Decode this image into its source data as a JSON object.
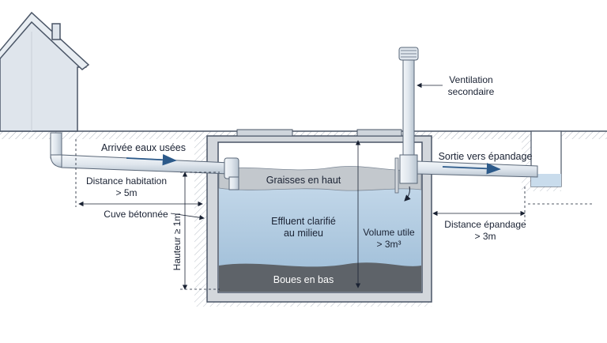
{
  "labels": {
    "inlet": "Arrivée eaux usées",
    "house_distance_line1": "Distance habitation",
    "house_distance_line2": "> 5m",
    "concrete_tank": "Cuve bétonnée",
    "height": "Hauteur ≥ 1m",
    "grease": "Graisses en haut",
    "effluent_line1": "Effluent clarifié",
    "effluent_line2": "au milieu",
    "volume_line1": "Volume utile",
    "volume_line2": "> 3m³",
    "sludge": "Boues en bas",
    "ventilation_line1": "Ventilation",
    "ventilation_line2": "secondaire",
    "outlet": "Sortie vers épandage",
    "spread_distance_line1": "Distance épandage",
    "spread_distance_line2": "> 3m"
  },
  "colors": {
    "house_fill": "#dfe5ec",
    "ground_line": "#4a5566",
    "concrete": "#d3d7dc",
    "water_light": "#c9dcec",
    "water_mid": "#a9c5dc",
    "grease": "#c3c8cd",
    "sludge": "#5e6369",
    "pipe": "#e9eef3",
    "pipe_stroke": "#5a6778",
    "arrow": "#2c5a8a",
    "text": "#1a2233"
  }
}
